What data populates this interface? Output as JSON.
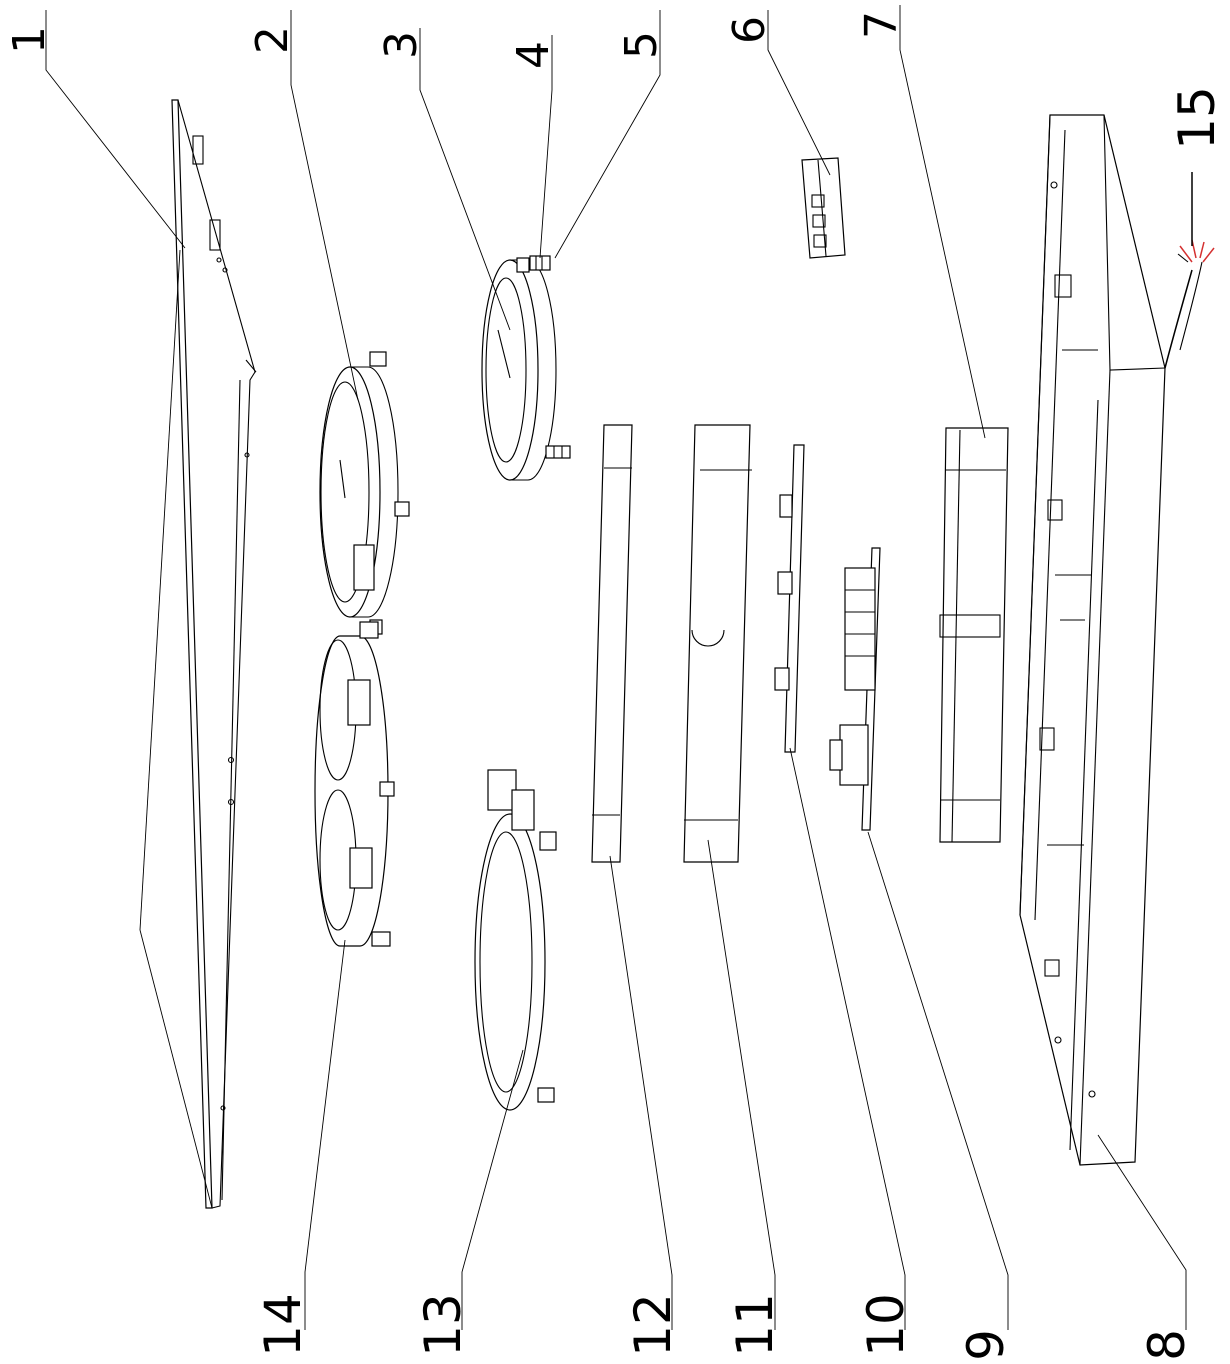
{
  "diagram": {
    "callouts": [
      {
        "id": "1",
        "label": "1"
      },
      {
        "id": "2",
        "label": "2"
      },
      {
        "id": "3",
        "label": "3"
      },
      {
        "id": "4",
        "label": "4"
      },
      {
        "id": "5",
        "label": "5"
      },
      {
        "id": "6",
        "label": "6"
      },
      {
        "id": "7",
        "label": "7"
      },
      {
        "id": "8",
        "label": "8"
      },
      {
        "id": "9",
        "label": "9"
      },
      {
        "id": "10",
        "label": "10"
      },
      {
        "id": "11",
        "label": "11"
      },
      {
        "id": "12",
        "label": "12"
      },
      {
        "id": "13",
        "label": "13"
      },
      {
        "id": "14",
        "label": "14"
      },
      {
        "id": "15",
        "label": "15"
      }
    ],
    "colors": {
      "line": "#000000",
      "background": "#ffffff",
      "wire_red": "#d43030"
    }
  }
}
